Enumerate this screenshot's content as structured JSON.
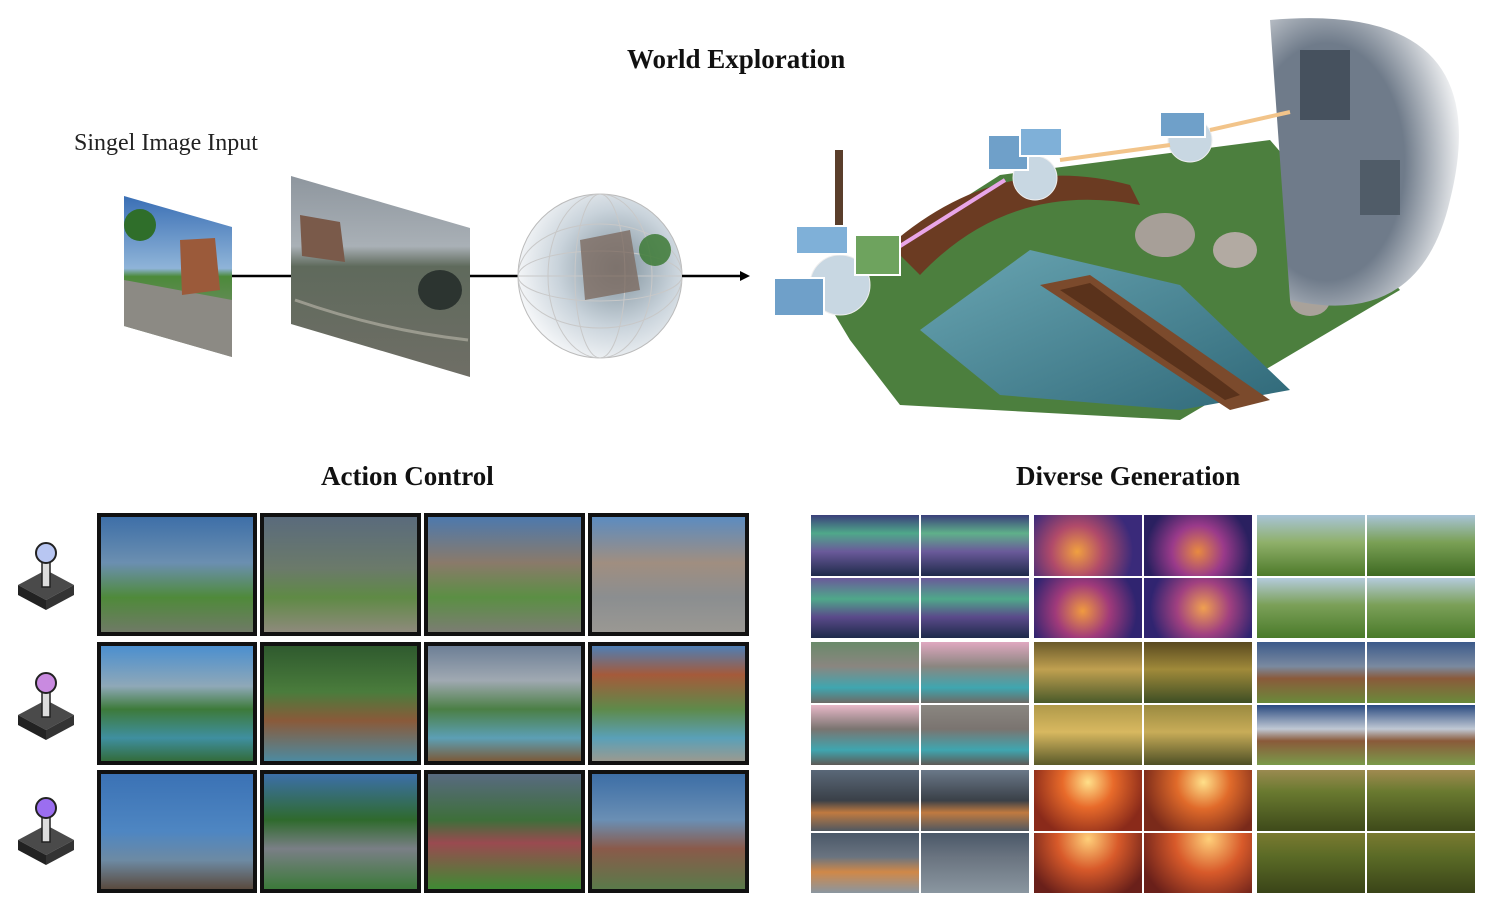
{
  "titles": {
    "world_exploration": "World Exploration",
    "action_control": "Action Control",
    "diverse_generation": "Diverse Generation"
  },
  "labels": {
    "single_image_input": "Singel Image Input"
  },
  "icons": {
    "joystick_rows": [
      "joystick-icon",
      "joystick-icon",
      "joystick-icon"
    ],
    "knob_colors": [
      "#b8c6f2",
      "#c98ae0",
      "#9b6ef0"
    ]
  },
  "colors": {
    "ray_pink": "#e9a6e8",
    "ray_orange": "#f2c48a",
    "arrow": "#000000"
  }
}
